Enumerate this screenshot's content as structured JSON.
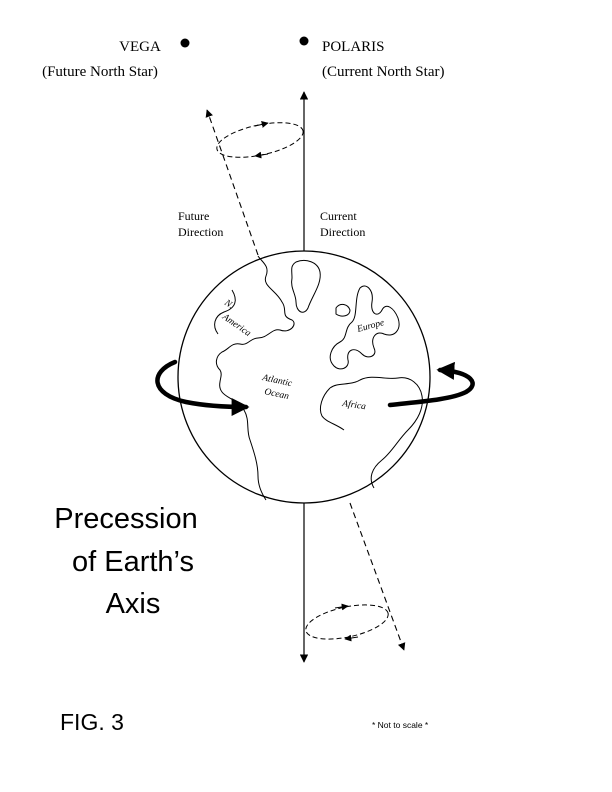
{
  "stars": {
    "vega": {
      "name": "VEGA",
      "note": "(Future North Star)"
    },
    "polaris": {
      "name": "POLARIS",
      "note": "(Current North Star)"
    }
  },
  "directions": {
    "future_line1": "Future",
    "future_line2": "Direction",
    "current_line1": "Current",
    "current_line2": "Direction"
  },
  "earth_labels": {
    "n_america_line1": "N.",
    "n_america_line2": "America",
    "atlantic_line1": "Atlantic",
    "atlantic_line2": "Ocean",
    "europe": "Europe",
    "africa": "Africa"
  },
  "title": {
    "line1": "Precession",
    "line2": "of Earth’s",
    "line3": "Axis"
  },
  "figure_label": "FIG. 3",
  "scale_note": "* Not to scale *",
  "colors": {
    "ink": "#000000",
    "paper": "#ffffff"
  }
}
